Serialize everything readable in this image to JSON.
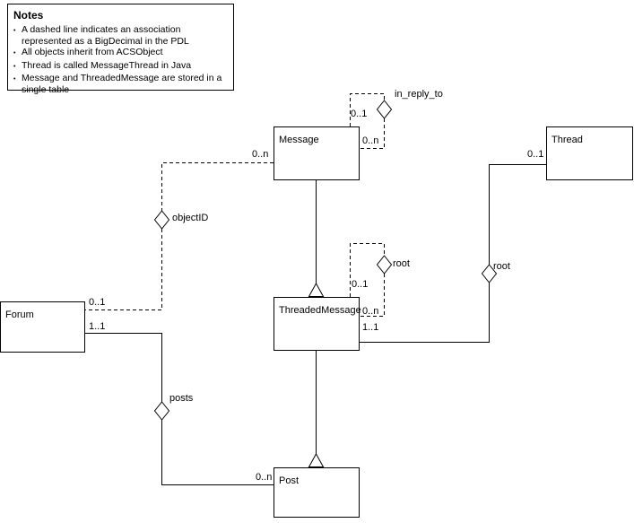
{
  "notes": {
    "title": "Notes",
    "bullet": "•",
    "items": [
      "A dashed line indicates an association represented as a BigDecimal in the PDL",
      "All objects inherit from ACSObject",
      "Thread is called MessageThread in Java",
      "Message and ThreadedMessage are stored in a single table"
    ]
  },
  "entities": {
    "message": "Message",
    "thread": "Thread",
    "threaded_message": "ThreadedMessage",
    "forum": "Forum",
    "post": "Post"
  },
  "associations": {
    "in_reply_to": "in_reply_to",
    "object_id": "objectID",
    "posts": "posts",
    "root_dashed": "root",
    "root_solid": "root"
  },
  "multiplicities": {
    "message_in_reply_to_parent": "0..1",
    "message_in_reply_to_children": "0..n",
    "message_object_id": "0..n",
    "thread_root": "0..1",
    "forum_object_id": "0..1",
    "forum_posts": "1..1",
    "post_posts": "0..n",
    "threaded_message_root_parent": "0..1",
    "threaded_message_root_children": "0..n",
    "threaded_message_thread": "1..1"
  }
}
